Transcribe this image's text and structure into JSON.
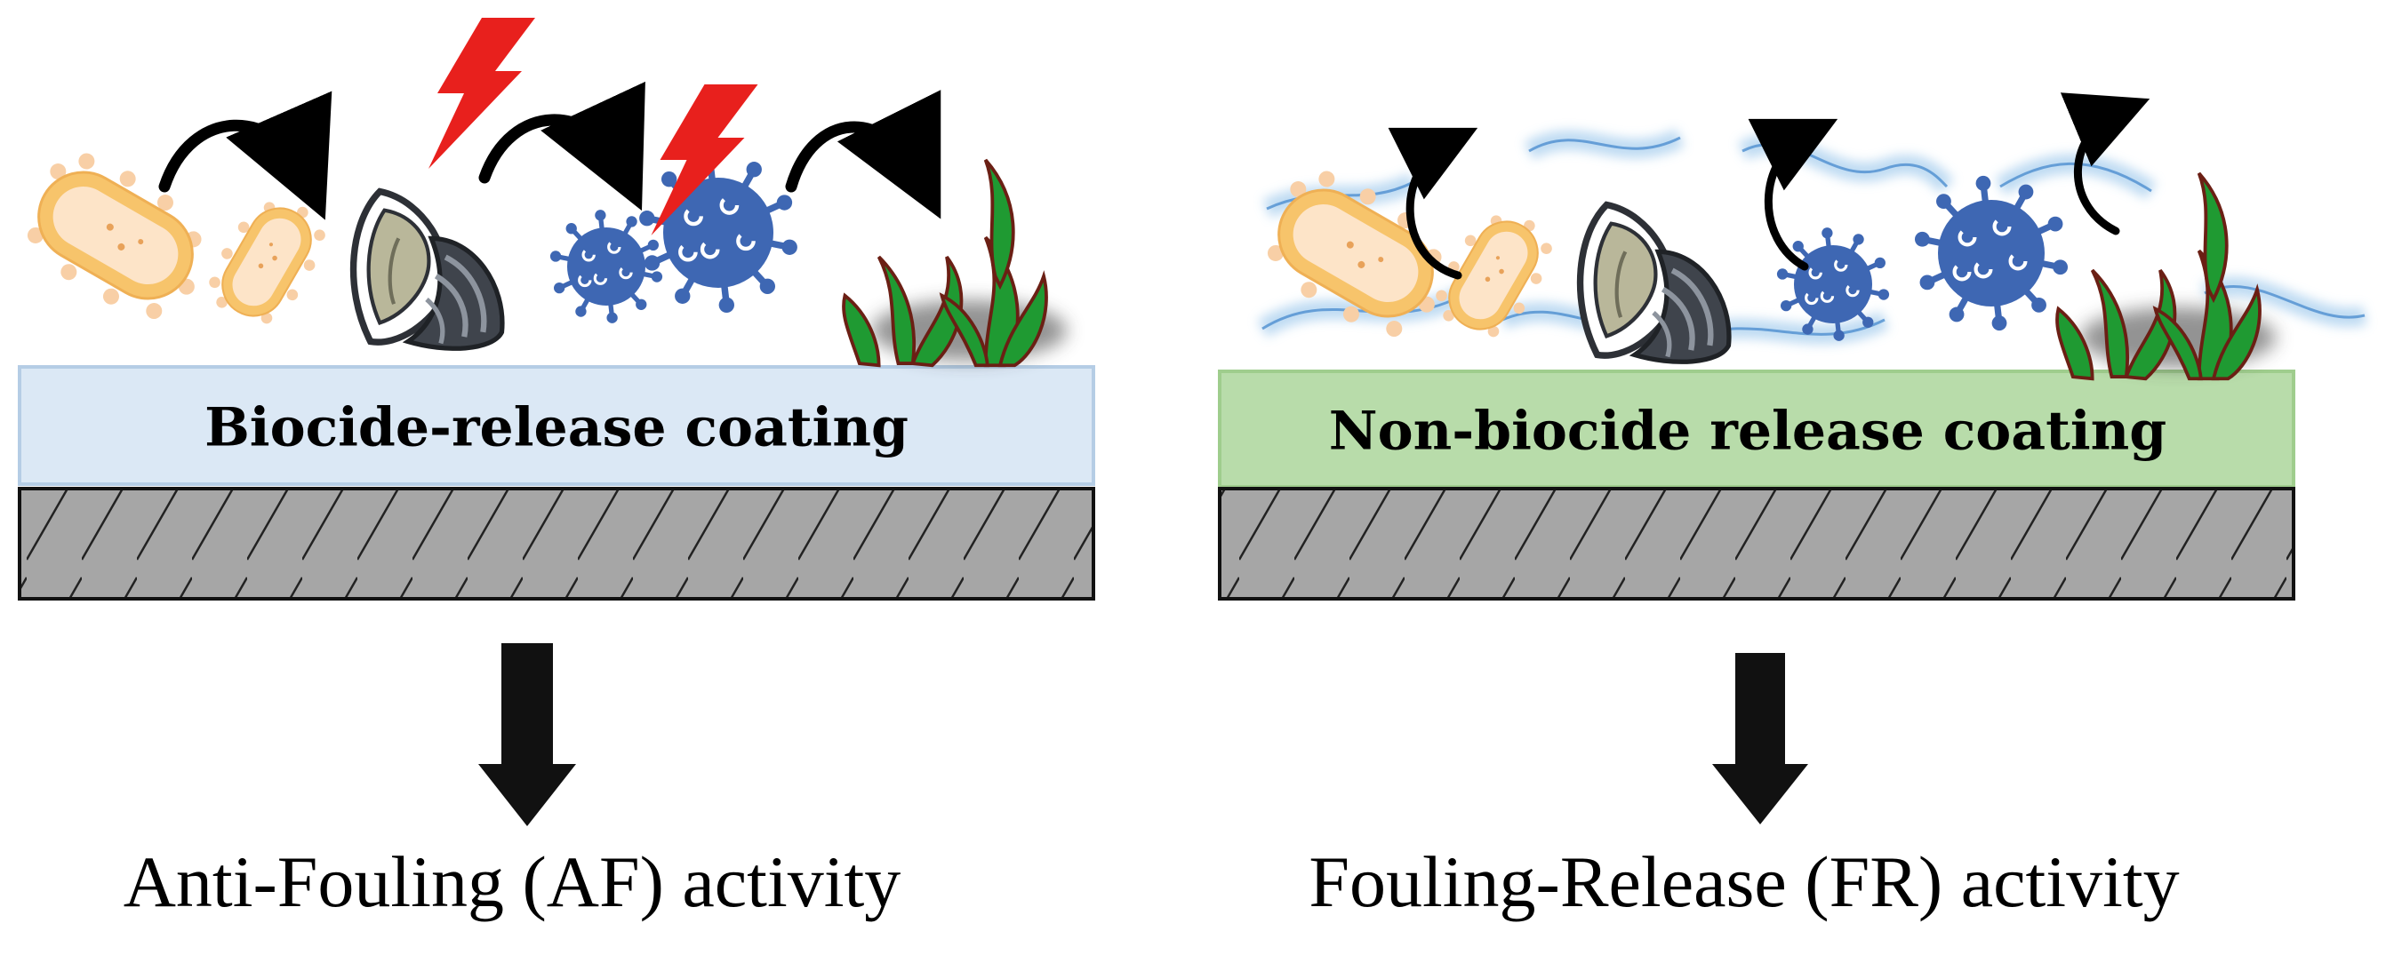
{
  "left_panel": {
    "coating_label": "Biocide-release coating",
    "result_label": "Anti-Fouling (AF) activity",
    "coating_fill": "#dbe8f5",
    "coating_stroke": "#b5cde5"
  },
  "right_panel": {
    "coating_label": "Non-biocide release coating",
    "result_label": "Fouling-Release (FR) activity",
    "coating_fill": "#b8dcaa",
    "coating_stroke": "#9fcd8d"
  },
  "colors": {
    "substrate": "#a6a6a6",
    "bacteria": "#f7c46b",
    "bacteria_core": "#fde4c8",
    "virus": "#3e67b3",
    "mussel": "#4a4f57",
    "algae": "#1f9a32",
    "lightning": "#e8201d",
    "slime": "#b7d7f1"
  },
  "icons": {
    "bacteria": "bacteria-icon",
    "mussel": "mussel-icon",
    "virus": "virus-icon",
    "algae": "algae-icon",
    "lightning": "lightning-icon",
    "curved_arrow": "curved-arrow-icon",
    "down_arrow": "down-arrow-icon"
  }
}
